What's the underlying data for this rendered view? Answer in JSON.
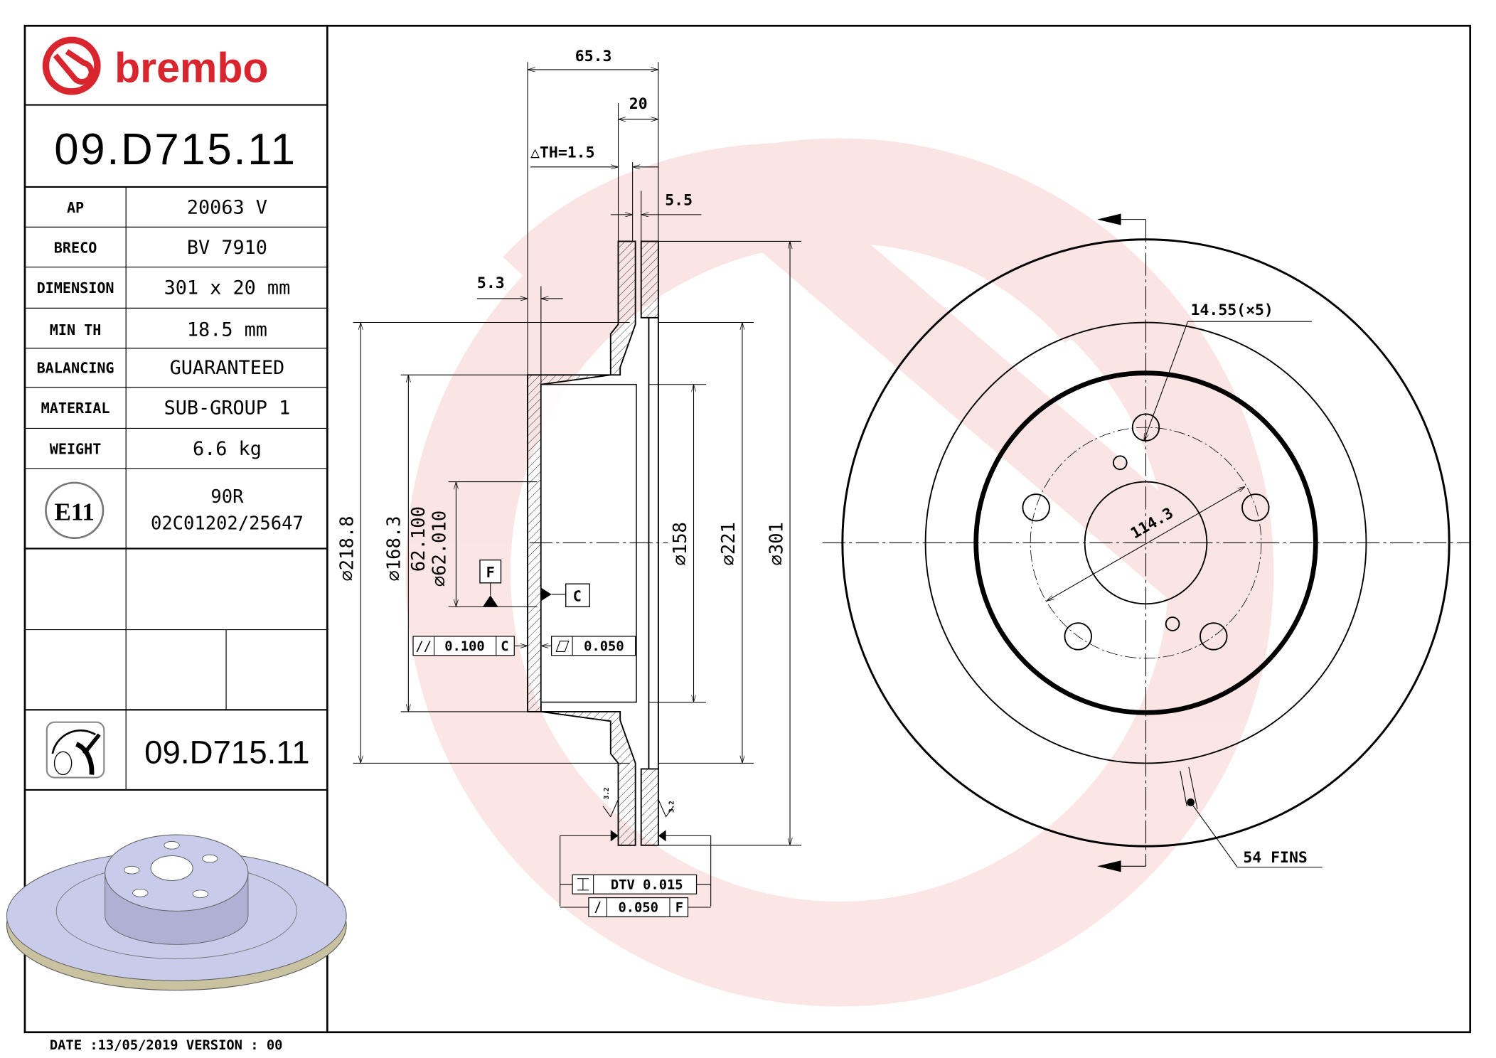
{
  "brand": {
    "logo_text": "brembo",
    "color": "#d9262e"
  },
  "part_number": "09.D715.11",
  "specs": [
    {
      "label": "AP",
      "value": "20063 V"
    },
    {
      "label": "BRECO",
      "value": "BV 7910"
    },
    {
      "label": "DIMENSION",
      "value": "301 x 20 mm"
    },
    {
      "label": "MIN TH",
      "value": "18.5 mm"
    },
    {
      "label": "BALANCING",
      "value": "GUARANTEED"
    },
    {
      "label": "MATERIAL",
      "value": "SUB-GROUP 1"
    },
    {
      "label": "WEIGHT",
      "value": "6.6 kg"
    }
  ],
  "approval": {
    "mark": "E11",
    "line1": "90R",
    "line2": "02C01202/25647"
  },
  "icon_row_part_number": "09.D715.11",
  "footer": "DATE :13/05/2019 VERSION : 00",
  "section_dims": {
    "total_height": "65.3",
    "thickness": "20",
    "delta_th": "△TH=1.5",
    "vane": "5.5",
    "hat_wall": "5.3",
    "d_218": "⌀218.8",
    "d_168": "⌀168.3",
    "d_bore_max": "62.100",
    "d_bore_min": "⌀62.010",
    "d_158": "⌀158",
    "d_221": "⌀221",
    "d_301": "⌀301",
    "datum_f": "F",
    "datum_c": "C",
    "parallelism": "0.100",
    "parallelism_ref": "C",
    "flatness": "0.050",
    "dtv": "DTV  0.015",
    "runout": "0.050",
    "runout_ref": "F",
    "roughness": "3.2"
  },
  "front_dims": {
    "bolt_hole": "14.55(×5)",
    "pcd": "114.3",
    "fins": "54 FINS"
  }
}
